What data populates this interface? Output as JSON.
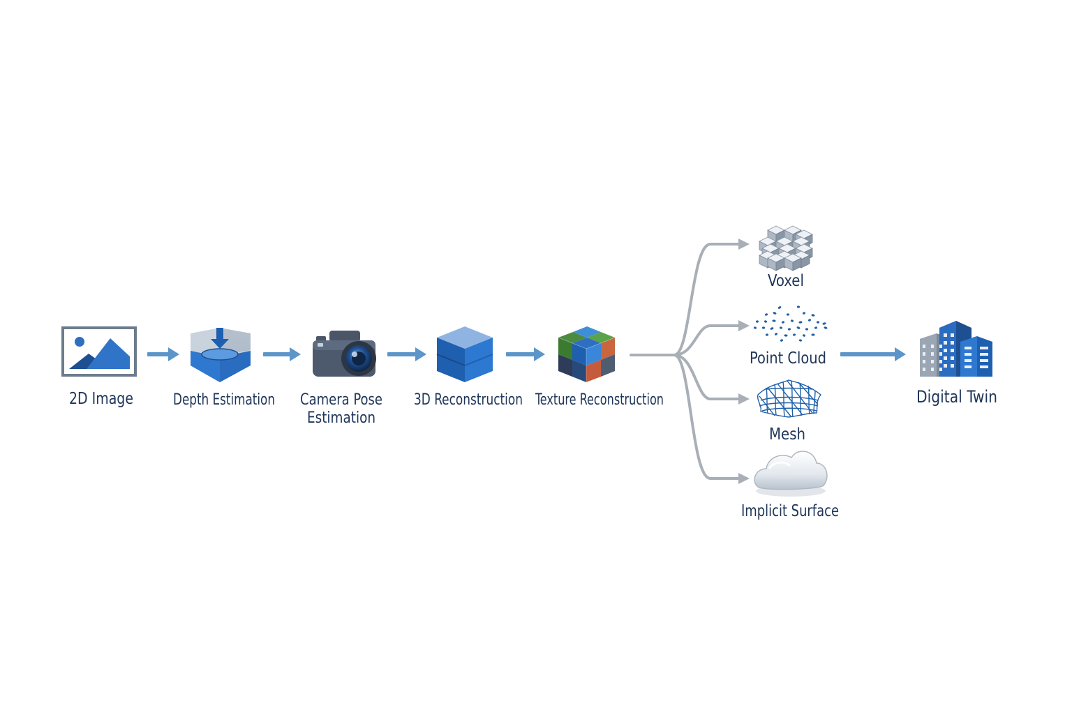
{
  "pipeline": {
    "steps": [
      {
        "id": "image",
        "label": "2D Image",
        "icon": "image-icon"
      },
      {
        "id": "depth",
        "label": "Depth Estimation",
        "icon": "depth-icon"
      },
      {
        "id": "pose",
        "label_line1": "Camera Pose",
        "label_line2": "Estimation",
        "icon": "camera-icon"
      },
      {
        "id": "recon",
        "label": "3D Reconstruction",
        "icon": "cube-icon"
      },
      {
        "id": "texture",
        "label": "Texture Reconstruction",
        "icon": "textured-cube-icon"
      }
    ],
    "representations": [
      {
        "id": "voxel",
        "label": "Voxel",
        "icon": "voxel-icon"
      },
      {
        "id": "pointcloud",
        "label": "Point Cloud",
        "icon": "point-cloud-icon"
      },
      {
        "id": "mesh",
        "label": "Mesh",
        "icon": "mesh-icon"
      },
      {
        "id": "implicit",
        "label": "Implicit Surface",
        "icon": "cloud-surface-icon"
      }
    ],
    "output": {
      "id": "twin",
      "label": "Digital Twin",
      "icon": "buildings-icon"
    }
  },
  "colors": {
    "arrow_blue": "#5b95c9",
    "branch_gray": "#a9afb6",
    "label": "#1e3558",
    "primary_blue": "#2a6cc0",
    "dark_blue": "#1d4f91"
  }
}
